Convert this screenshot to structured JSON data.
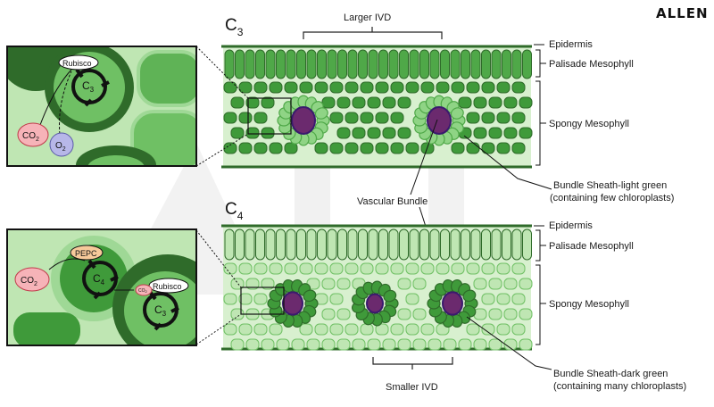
{
  "brand": "ALLEN",
  "c3": {
    "title": "C",
    "title_sub": "3",
    "ivd_label": "Larger IVD",
    "inset": {
      "enzyme": "Rubisco",
      "cycle": "C",
      "cycle_sub": "3",
      "co2": "CO",
      "co2_sub": "2",
      "o2": "O",
      "o2_sub": "2"
    },
    "labels": {
      "epidermis": "Epidermis",
      "palisade": "Palisade Mesophyll",
      "spongy": "Spongy Mesophyll",
      "sheath_line1": "Bundle Sheath-light green",
      "sheath_line2": "(containing few chloroplasts)"
    }
  },
  "vascular_bundle": "Vascular Bundle",
  "c4": {
    "title": "C",
    "title_sub": "4",
    "ivd_label": "Smaller IVD",
    "inset": {
      "enzyme1": "PEPC",
      "enzyme2": "Rubisco",
      "cycle1": "C",
      "cycle1_sub": "4",
      "cycle2": "C",
      "cycle2_sub": "3",
      "co2": "CO",
      "co2_sub": "2",
      "co2_small": "CO",
      "co2_small_sub": "2"
    },
    "labels": {
      "epidermis": "Epidermis",
      "palisade": "Palisade Mesophyll",
      "spongy": "Spongy Mesophyll",
      "sheath_line1": "Bundle Sheath-dark green",
      "sheath_line2": "(containing many chloroplasts)"
    }
  },
  "colors": {
    "dark_green": "#2f6b2a",
    "mid_green": "#3f9a3a",
    "light_green": "#bfe6b3",
    "pale_green": "#d8f0cf",
    "purple": "#6b2a6e",
    "co2_fill": "#f6b3b8",
    "o2_fill": "#b7b7e8",
    "pepc_fill": "#f6c99a"
  }
}
